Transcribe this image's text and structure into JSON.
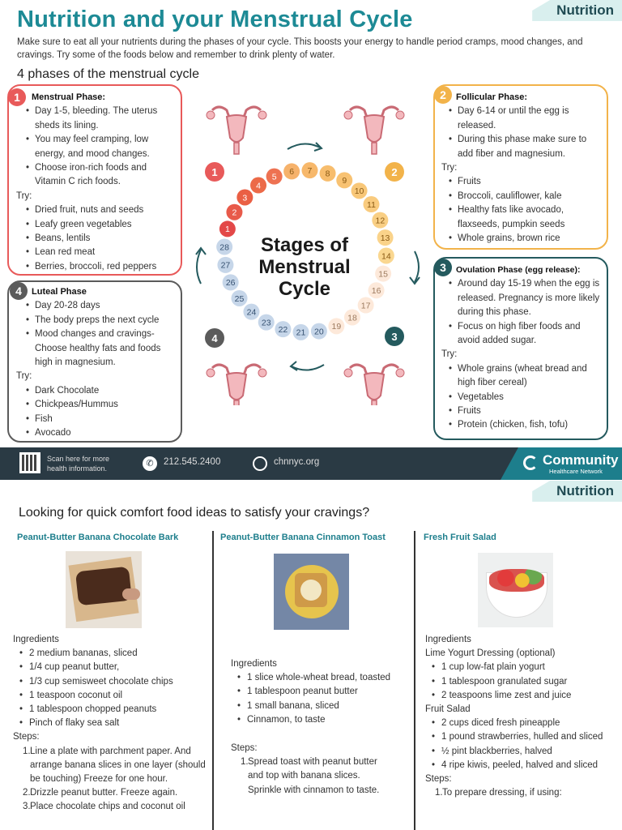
{
  "tag1": "Nutrition",
  "title": "Nutrition and your Menstrual Cycle",
  "intro": "Make sure to eat all your nutrients during the phases of your cycle. This boosts your energy to handle period cramps, mood changes, and cravings. Try some of the foods below and remember to drink plenty of water.",
  "phases_heading": "4 phases of the menstrual cycle",
  "colors": {
    "red": "#e85a5a",
    "orange": "#f2b34a",
    "teal": "#245a5e",
    "gray": "#5b5b5b"
  },
  "phase1": {
    "num": "1",
    "title": "Menstrual Phase:",
    "items": [
      "Day 1-5, bleeding. The uterus sheds its lining.",
      "You may feel cramping, low energy, and mood changes.",
      "Choose iron-rich foods and Vitamin C rich foods."
    ],
    "try": "Try:",
    "try_items": [
      "Dried fruit, nuts and seeds",
      "Leafy green vegetables",
      "Beans, lentils",
      "Lean red meat",
      "Berries, broccoli, red peppers"
    ]
  },
  "phase2": {
    "num": "2",
    "title": "Follicular Phase:",
    "items": [
      "Day 6-14 or until the egg is released.",
      "During this phase make sure to add fiber and magnesium."
    ],
    "try": "Try:",
    "try_items": [
      "Fruits",
      "Broccoli, cauliflower, kale",
      "Healthy fats like avocado, flaxseeds, pumpkin seeds",
      "Whole grains, brown rice"
    ]
  },
  "phase3": {
    "num": "3",
    "title": "Ovulation Phase (egg release):",
    "items": [
      "Around day 15-19 when the egg is released. Pregnancy is more likely during this phase.",
      "Focus on high fiber foods and avoid added sugar."
    ],
    "try": "Try:",
    "try_items": [
      "Whole grains (wheat bread and high fiber cereal)",
      "Vegetables",
      "Fruits",
      "Protein (chicken, fish, tofu)"
    ]
  },
  "phase4": {
    "num": "4",
    "title": "Luteal Phase",
    "items": [
      "Day 20-28 days",
      "The body preps the next cycle",
      "Mood changes and cravings- Choose healthy fats and foods high in magnesium."
    ],
    "try": "Try:",
    "try_items": [
      "Dark Chocolate",
      "Chickpeas/Hummus",
      "Fish",
      "Avocado"
    ]
  },
  "center": {
    "l1": "Stages of",
    "l2": "Menstrual",
    "l3": "Cycle"
  },
  "days": [
    "1",
    "2",
    "3",
    "4",
    "5",
    "6",
    "7",
    "8",
    "9",
    "10",
    "11",
    "12",
    "13",
    "14",
    "15",
    "16",
    "17",
    "18",
    "19",
    "20",
    "21",
    "22",
    "23",
    "24",
    "25",
    "26",
    "27",
    "28"
  ],
  "footer": {
    "scan": "Scan here for more health information.",
    "phone": "212.545.2400",
    "web": "chnnyc.org",
    "brand": "Community",
    "brand_sub": "Healthcare Network"
  },
  "tag2": "Nutrition",
  "comfort_heading": "Looking for quick comfort food ideas to satisfy your cravings?",
  "recipe1": {
    "title": "Peanut-Butter Banana Chocolate Bark",
    "ing": "Ingredients",
    "items": [
      "2 medium bananas, sliced",
      "1/4 cup peanut butter,",
      "1/3 cup semisweet chocolate chips",
      "1 teaspoon coconut oil",
      "1 tablespoon chopped peanuts",
      "Pinch of flaky sea salt"
    ],
    "steps": "Steps:",
    "step_items": [
      "Line a plate with parchment paper. And arrange banana slices in one layer (should be touching) Freeze for one hour.",
      "Drizzle peanut butter. Freeze again.",
      "Place chocolate chips and coconut oil"
    ]
  },
  "recipe2": {
    "title": "Peanut-Butter Banana Cinnamon Toast",
    "ing": "Ingredients",
    "items": [
      "1 slice whole-wheat bread, toasted",
      "1 tablespoon peanut butter",
      "1 small banana, sliced",
      "Cinnamon, to taste"
    ],
    "steps": "Steps:",
    "step_items": [
      "Spread toast with peanut butter and top with banana slices. Sprinkle with cinnamon to taste."
    ]
  },
  "recipe3": {
    "title": "Fresh Fruit Salad",
    "ing": "Ingredients",
    "sub1": "Lime Yogurt Dressing (optional)",
    "items1": [
      "1 cup low-fat plain yogurt",
      "1 tablespoon granulated sugar",
      "2 teaspoons lime zest and juice"
    ],
    "sub2": "Fruit Salad",
    "items2": [
      "2 cups diced fresh pineapple",
      "1 pound strawberries, hulled and sliced",
      "½ pint blackberries, halved",
      "4 ripe kiwis, peeled, halved and sliced"
    ],
    "steps": "Steps:",
    "step_items": [
      "To prepare dressing, if using:"
    ]
  }
}
